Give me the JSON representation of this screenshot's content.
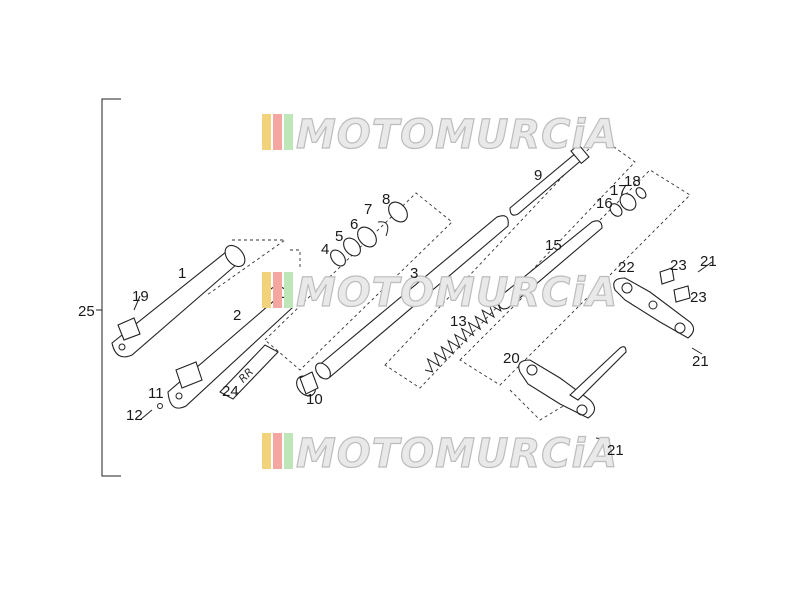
{
  "watermark": {
    "text": "MOTOMURCiA",
    "colors": [
      "#f2d27a",
      "#f4a6a0",
      "#bfe6b8"
    ]
  },
  "labels": {
    "l1": "1",
    "l2": "2",
    "l3": "3",
    "l4": "4",
    "l5": "5",
    "l6": "6",
    "l7": "7",
    "l8": "8",
    "l9": "9",
    "l10": "10",
    "l11": "11",
    "l12": "12",
    "l13": "13",
    "l15": "15",
    "l16": "16",
    "l17": "17",
    "l18": "18",
    "l19": "19",
    "l20": "20",
    "l21a": "21",
    "l21b": "21",
    "l21c": "21",
    "l22": "22",
    "l23a": "23",
    "l23b": "23",
    "l24": "24",
    "l25": "25"
  }
}
